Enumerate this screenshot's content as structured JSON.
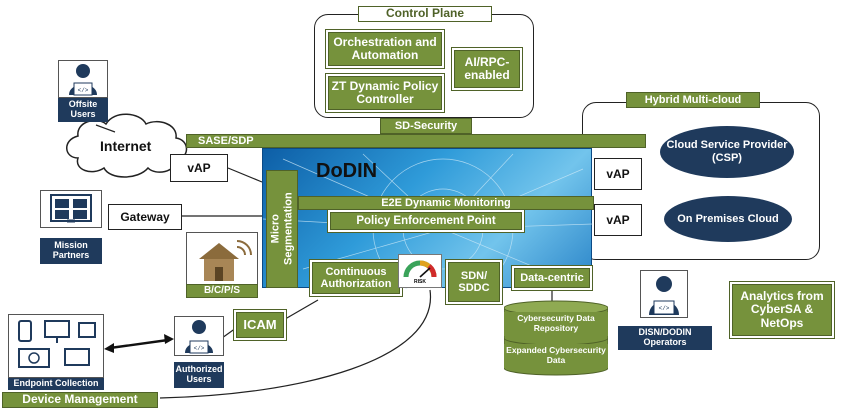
{
  "control_plane": {
    "title": "Control Plane",
    "orchestration": "Orchestration and Automation",
    "zt_controller": "ZT Dynamic Policy Controller",
    "ai_rpc": "AI/RPC-enabled"
  },
  "hybrid": {
    "title": "Hybrid Multi-cloud",
    "csp": "Cloud Service Provider (CSP)",
    "on_prem": "On Premises Cloud",
    "vap_top": "vAP",
    "vap_bottom": "vAP"
  },
  "sd_security": "SD-Security",
  "sase_sdp": "SASE/SDP",
  "internet": "Internet",
  "vap_left": "vAP",
  "gateway": "Gateway",
  "dodin": {
    "title": "DoDIN",
    "micro_segmentation": "Micro Segmentation",
    "e2e_monitoring": "E2E Dynamic Monitoring",
    "pep": "Policy Enforcement Point",
    "continuous_auth": "Continuous Authorization",
    "sdn_sddc": "SDN/ SDDC",
    "data_centric": "Data-centric",
    "risk": "RISK"
  },
  "icam": "ICAM",
  "bcps": "B/C/P/S",
  "users": {
    "offsite": "Offsite Users",
    "mission": "Mission Partners",
    "authorized": "Authorized Users",
    "operators": "DISN/DODIN Operators"
  },
  "endpoint_collection": "Endpoint Collection",
  "device_management": "Device Management",
  "db": {
    "repo": "Cybersecurity Data Repository",
    "expanded": "Expanded Cybersecurity Data"
  },
  "analytics": "Analytics from CyberSA & NetOps",
  "colors": {
    "green": "#76923c",
    "navy": "#1f3a5c",
    "blue": "#2f9bd9"
  }
}
